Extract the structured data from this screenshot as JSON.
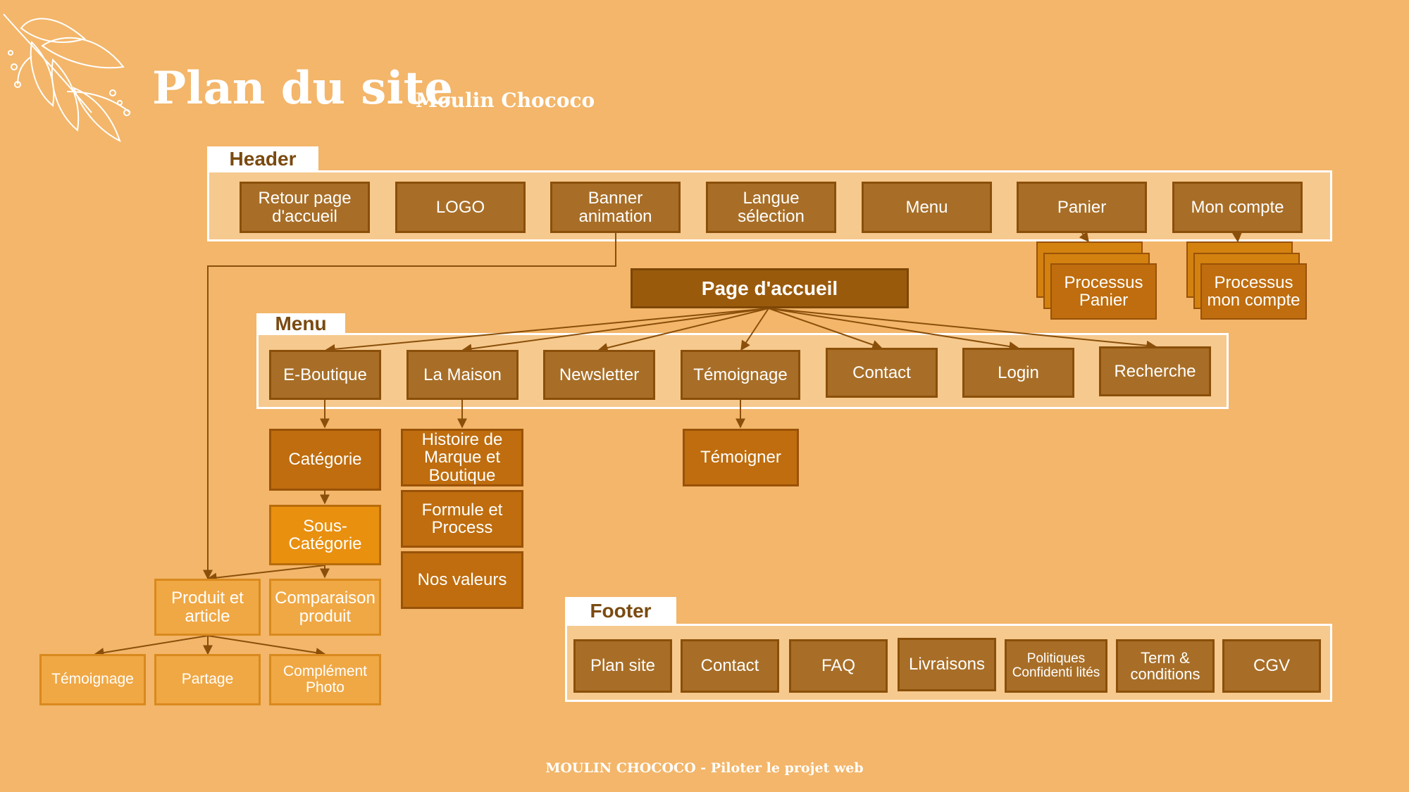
{
  "title": "Plan du site",
  "subtitle": "Moulin Chococo",
  "footer_text": "MOULIN CHOCOCO - Piloter le projet web",
  "header": {
    "tab": "Header",
    "items": [
      "Retour page d'accueil",
      "LOGO",
      "Banner animation",
      "Langue sélection",
      "Menu",
      "Panier",
      "Mon compte"
    ],
    "panier_process": "Processus Panier",
    "compte_process": "Processus mon compte"
  },
  "home": "Page d'accueil",
  "menu": {
    "tab": "Menu",
    "items": [
      "E-Boutique",
      "La Maison",
      "Newsletter",
      "Témoignage",
      "Contact",
      "Login",
      "Recherche"
    ]
  },
  "eboutique": {
    "categorie": "Catégorie",
    "sous_categorie": "Sous-Catégorie",
    "produit": "Produit et article",
    "comparaison": "Comparaison produit",
    "temoignage": "Témoignage",
    "partage": "Partage",
    "complement": "Complément Photo"
  },
  "maison": [
    "Histoire de Marque et Boutique",
    "Formule et Process",
    "Nos valeurs"
  ],
  "temoigner": "Témoigner",
  "footer": {
    "tab": "Footer",
    "items": [
      "Plan site",
      "Contact",
      "FAQ",
      "Livraisons",
      "Politiques Confidenti lités",
      "Term & conditions",
      "CGV"
    ]
  },
  "colors": {
    "background": "#F3B66A",
    "panel": "#F6C98E",
    "node_brown": "#A86E27",
    "node_dark_orange": "#BF6D0E",
    "node_orange": "#E9900F",
    "node_light_orange": "#F0A844",
    "root": "#9A5A0C",
    "line": "#8A4F0A"
  }
}
